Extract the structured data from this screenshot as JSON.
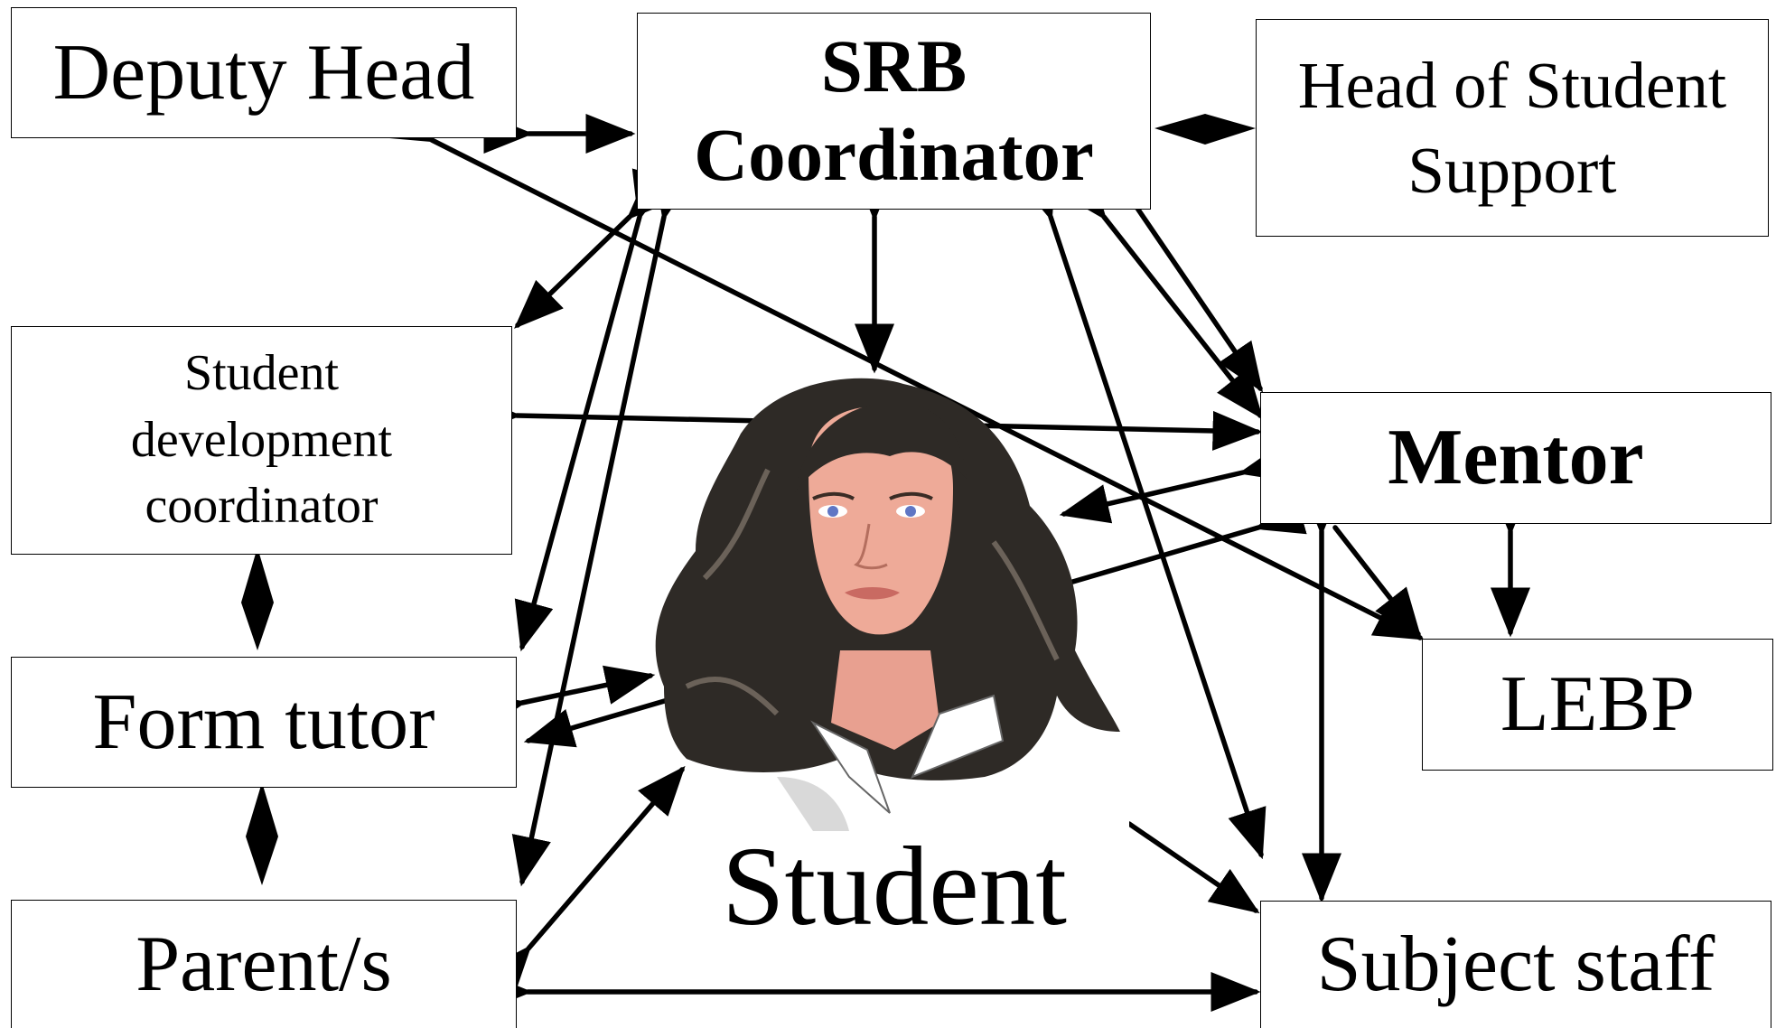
{
  "diagram": {
    "nodes": {
      "deputy_head": "Deputy Head",
      "srb_coordinator": [
        "SRB",
        "Coordinator"
      ],
      "head_of_student_support": [
        "Head of Student",
        "Support"
      ],
      "student_development_coordinator": [
        "Student",
        "development",
        "coordinator"
      ],
      "mentor": "Mentor",
      "form_tutor": "Form tutor",
      "lebp": "LEBP",
      "parents": "Parent/s",
      "subject_staff": "Subject staff",
      "student": "Student"
    },
    "connections": [
      {
        "from": "Deputy Head",
        "to": "SRB Coordinator",
        "bidirectional": true
      },
      {
        "from": "SRB Coordinator",
        "to": "Head of Student Support",
        "bidirectional": true
      },
      {
        "from": "SRB Coordinator",
        "to": "Student development coordinator",
        "bidirectional": true
      },
      {
        "from": "SRB Coordinator",
        "to": "Form tutor",
        "bidirectional": true
      },
      {
        "from": "SRB Coordinator",
        "to": "Parent/s",
        "bidirectional": true
      },
      {
        "from": "SRB Coordinator",
        "to": "Student",
        "bidirectional": true
      },
      {
        "from": "SRB Coordinator",
        "to": "Subject staff",
        "bidirectional": true
      },
      {
        "from": "SRB Coordinator",
        "to": "Mentor",
        "bidirectional": true
      },
      {
        "from": "Deputy Head",
        "to": "LEBP",
        "bidirectional": true
      },
      {
        "from": "Student development coordinator",
        "to": "Mentor",
        "bidirectional": true
      },
      {
        "from": "Student development coordinator",
        "to": "Form tutor",
        "bidirectional": true
      },
      {
        "from": "Form tutor",
        "to": "Parent/s",
        "bidirectional": true
      },
      {
        "from": "Form tutor",
        "to": "Student",
        "bidirectional": true
      },
      {
        "from": "Parent/s",
        "to": "Student",
        "bidirectional": true
      },
      {
        "from": "Parent/s",
        "to": "Subject staff",
        "bidirectional": true
      },
      {
        "from": "Mentor",
        "to": "Student",
        "bidirectional": true
      },
      {
        "from": "Mentor",
        "to": "LEBP",
        "bidirectional": true
      },
      {
        "from": "Mentor",
        "to": "Subject staff",
        "bidirectional": true
      },
      {
        "from": "Student",
        "to": "Subject staff",
        "bidirectional": false
      }
    ]
  }
}
